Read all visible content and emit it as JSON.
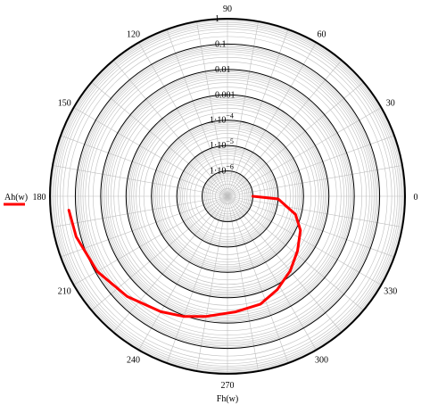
{
  "chart_data": {
    "type": "polar",
    "radial_axis": {
      "scale": "log",
      "range": [
        1e-07,
        1
      ],
      "major_ticks": [
        1e-06,
        1e-05,
        0.0001,
        0.001,
        0.01,
        0.1,
        1
      ],
      "tick_labels": [
        {
          "value": 1e-06,
          "base": "1·10",
          "exp": "−6"
        },
        {
          "value": 1e-05,
          "base": "1·10",
          "exp": "−5"
        },
        {
          "value": 0.0001,
          "base": "1·10",
          "exp": "−4"
        },
        {
          "value": 0.001,
          "text": "0.001"
        },
        {
          "value": 0.01,
          "text": "0.01"
        },
        {
          "value": 0.1,
          "text": "0.1"
        },
        {
          "value": 1,
          "text": "1"
        }
      ]
    },
    "angular_axis": {
      "unit": "deg",
      "ticks": [
        0,
        30,
        60,
        90,
        120,
        150,
        180,
        210,
        240,
        270,
        300,
        330
      ],
      "labels": [
        "0",
        "30",
        "60",
        "90",
        "120",
        "150",
        "180",
        "210",
        "240",
        "270",
        "300",
        "330"
      ]
    },
    "grid": true,
    "series": [
      {
        "name": "Ah(w)",
        "color": "#ff0000",
        "points": [
          {
            "theta": 0,
            "r": 1e-06
          },
          {
            "theta": -3,
            "r": 1e-05
          },
          {
            "theta": -15,
            "r": 6e-05
          },
          {
            "theta": -25,
            "r": 0.00015
          },
          {
            "theta": -38,
            "r": 0.00032
          },
          {
            "theta": -50,
            "r": 0.0007
          },
          {
            "theta": -62,
            "r": 0.0015
          },
          {
            "theta": -73,
            "r": 0.0028
          },
          {
            "theta": -86,
            "r": 0.0037
          },
          {
            "theta": -100,
            "r": 0.0065
          },
          {
            "theta": -110,
            "r": 0.011
          },
          {
            "theta": -120,
            "r": 0.018
          },
          {
            "theta": -135,
            "r": 0.039
          },
          {
            "theta": -150,
            "r": 0.085
          },
          {
            "theta": -165,
            "r": 0.15
          },
          {
            "theta": -175,
            "r": 0.19
          }
        ]
      }
    ],
    "legend": {
      "entries": [
        "Ah(w)"
      ],
      "placement": "left"
    },
    "xlabel": "Fh(w)"
  }
}
